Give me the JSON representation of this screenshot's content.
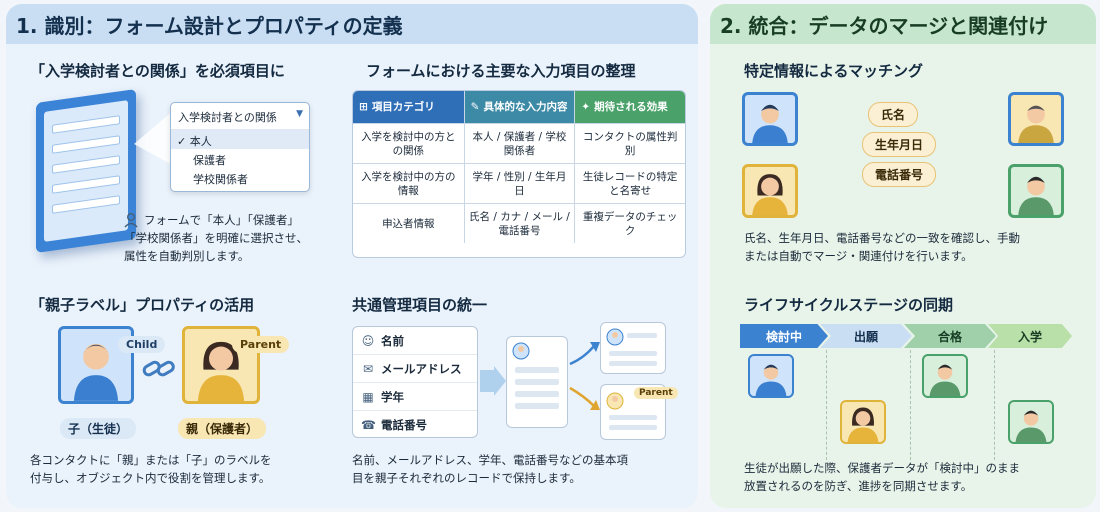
{
  "left_panel": {
    "title": "1. 識別：フォーム設計とプロパティの定義",
    "relationship": {
      "title": "「入学検討者との関係」を必須項目に",
      "dropdown_label": "入学検討者との関係",
      "options": [
        "本人",
        "保護者",
        "学校関係者"
      ],
      "selected_mark": "✓",
      "desc_lines": [
        "フォームで「本人」「保護者」",
        "「学校関係者」を明確に選択させ、",
        "属性を自動判別します。"
      ]
    },
    "table": {
      "title": "フォームにおける主要な入力項目の整理",
      "headers": [
        "項目カテゴリ",
        "具体的な入力内容",
        "期待される効果"
      ],
      "rows": [
        [
          "入学を検討中の方との関係",
          "本人 / 保護者 / 学校関係者",
          "コンタクトの属性判別"
        ],
        [
          "入学を検討中の方の情報",
          "学年 / 性別 / 生年月日",
          "生徒レコードの特定と名寄せ"
        ],
        [
          "申込者情報",
          "氏名 / カナ / メール / 電話番号",
          "重複データのチェック"
        ]
      ]
    },
    "label_property": {
      "title": "「親子ラベル」プロパティの活用",
      "child_tag": "Child",
      "parent_tag": "Parent",
      "child_caption": "子（生徒）",
      "parent_caption": "親（保護者）",
      "desc_lines": [
        "各コンタクトに「親」または「子」のラベルを",
        "付与し、オブジェクト内で役割を管理します。"
      ]
    },
    "common_fields": {
      "title": "共通管理項目の統一",
      "fields": [
        "名前",
        "メールアドレス",
        "学年",
        "電話番号"
      ],
      "parent_tag": "Parent",
      "desc_lines": [
        "名前、メールアドレス、学年、電話番号などの基本項",
        "目を親子それぞれのレコードで保持します。"
      ]
    }
  },
  "right_panel": {
    "title": "2. 統合：データのマージと関連付け",
    "matching": {
      "title": "特定情報によるマッチング",
      "keys": [
        "氏名",
        "生年月日",
        "電話番号"
      ],
      "desc_lines": [
        "氏名、生年月日、電話番号などの一致を確認し、手動",
        "または自動でマージ・関連付けを行います。"
      ]
    },
    "lifecycle": {
      "title": "ライフサイクルステージの同期",
      "stages": [
        "検討中",
        "出願",
        "合格",
        "入学"
      ],
      "desc_lines": [
        "生徒が出願した際、保護者データが「検討中」のまま",
        "放置されるのを防ぎ、進捗を同期させます。"
      ]
    }
  },
  "colors": {
    "left_bg": "#eaf2fb",
    "right_bg": "#e8f4ea",
    "accent_blue": "#2f6fb8",
    "accent_teal": "#3d8aa6",
    "accent_green": "#4aa26a",
    "child_frame": "#3b82d0",
    "parent_frame": "#e0b43a"
  }
}
